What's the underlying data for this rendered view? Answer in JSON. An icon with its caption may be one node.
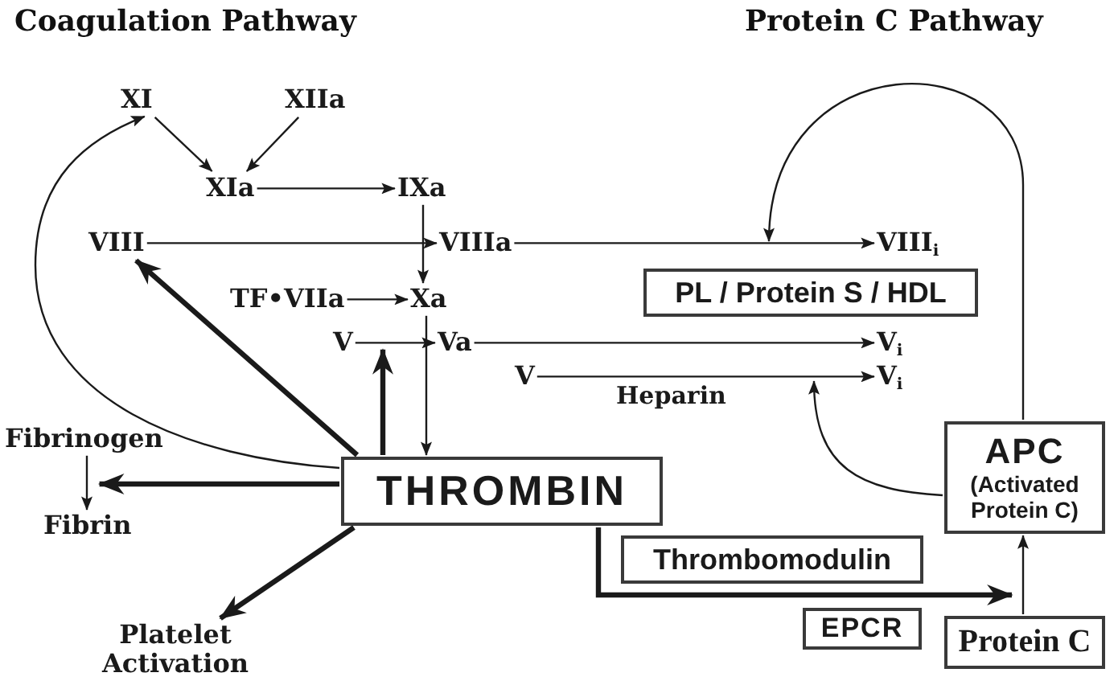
{
  "diagram": {
    "nodes": [
      {
        "text": [
          "XI"
        ]
      },
      {
        "text": [
          "XIIa"
        ]
      },
      {
        "text": [
          "XIa"
        ]
      },
      {
        "text": [
          "IXa"
        ]
      },
      {
        "text": [
          "VIII"
        ]
      },
      {
        "text": [
          "VIIIa"
        ]
      },
      {
        "text": [
          "VIII$_{i}$"
        ]
      },
      {
        "text": [
          "TF•VIIa"
        ]
      },
      {
        "text": [
          "Xa"
        ]
      },
      {
        "text": [
          "V"
        ]
      },
      {
        "text": [
          "Va"
        ]
      },
      {
        "text": [
          "V$_{i}$"
        ]
      },
      {
        "text": [
          "V"
        ]
      },
      {
        "text": [
          "V$_{i}$"
        ]
      },
      {
        "text": [
          "PL / Protein S / HDL"
        ]
      },
      {
        "text": [
          "THROMBIN"
        ]
      },
      {
        "text": [
          "Fibrinogen"
        ]
      },
      {
        "text": [
          "Fibrin"
        ]
      },
      {
        "text": [
          "Platelet Activation"
        ]
      },
      {
        "text": [
          "Thrombomodulin"
        ]
      },
      {
        "text": [
          "EPCR"
        ]
      },
      {
        "text": [
          "Protein C"
        ]
      },
      {
        "text": [
          "APC",
          "(Activated Protein C)"
        ]
      }
    ],
    "edges": [
      {
        "from": 0,
        "to": 2,
        "arrow": "to"
      },
      {
        "from": 1,
        "to": 2,
        "arrow": "to"
      },
      {
        "from": 2,
        "to": 3,
        "arrow": "to"
      },
      {
        "from": 4,
        "to": 5,
        "arrow": "to"
      },
      {
        "from": 3,
        "to": 8,
        "arrow": "to"
      },
      {
        "from": 5,
        "to": 6,
        "arrow": "to"
      },
      {
        "from": 7,
        "to": 8,
        "arrow": "to"
      },
      {
        "from": 9,
        "to": 10,
        "arrow": "to"
      },
      {
        "from": 8,
        "to": 15,
        "arrow": "to"
      },
      {
        "from": 10,
        "to": 11,
        "arrow": "to"
      },
      {
        "from": 12,
        "to": 13,
        "arrow": "to",
        "label": "Heparin"
      },
      {
        "from": 15,
        "to": 0,
        "arrow": "to"
      },
      {
        "from": 15,
        "to": 4,
        "arrow": "to",
        "style": "thick"
      },
      {
        "from": 15,
        "to": 9,
        "arrow": "to",
        "style": "thick"
      },
      {
        "from": 16,
        "to": 17,
        "arrow": "to"
      },
      {
        "from": 15,
        "to": 17,
        "arrow": "to",
        "style": "thick"
      },
      {
        "from": 15,
        "to": 18,
        "arrow": "to",
        "style": "thick"
      },
      {
        "from": 15,
        "to": 21,
        "arrow": "to",
        "style": "thick"
      },
      {
        "from": 21,
        "to": 22,
        "arrow": "to"
      },
      {
        "from": 22,
        "to": 14,
        "arrow": "to"
      },
      {
        "from": 22,
        "to": null,
        "arrow": "to"
      }
    ],
    "labels": [
      "Coagulation Pathway",
      "Protein C Pathway"
    ]
  }
}
